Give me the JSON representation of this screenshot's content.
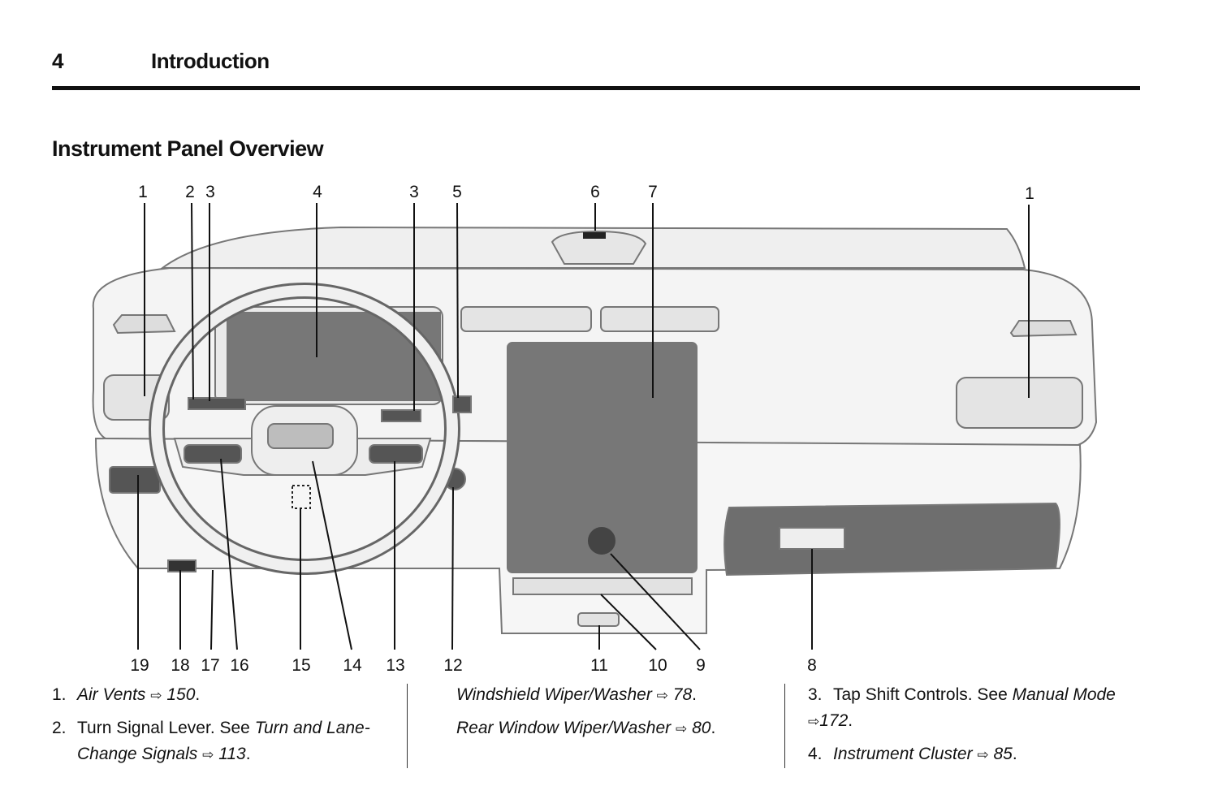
{
  "header": {
    "page_number": "4",
    "chapter": "Introduction"
  },
  "section": {
    "title": "Instrument Panel Overview"
  },
  "figure": {
    "callouts_top": [
      "1",
      "2",
      "3",
      "4",
      "3",
      "5",
      "6",
      "7",
      "1"
    ],
    "callouts_bottom": [
      "19",
      "18",
      "17",
      "16",
      "15",
      "14",
      "13",
      "12",
      "11",
      "10",
      "9",
      "8"
    ]
  },
  "legend": {
    "col1": [
      {
        "num": "1.",
        "link": "Air Vents",
        "page": "150",
        "end": "."
      },
      {
        "num": "2.",
        "text": "Turn Signal Lever. See ",
        "link_a": "Turn and Lane-",
        "link_b": "Change Signals",
        "page": "113",
        "end": "."
      }
    ],
    "col2": [
      {
        "link": "Windshield Wiper/Washer",
        "page": "78",
        "end": "."
      },
      {
        "link": "Rear Window Wiper/Washer",
        "page": "80",
        "end": "."
      }
    ],
    "col3": [
      {
        "num": "3.",
        "text": "Tap Shift Controls. See ",
        "link": "Manual Mode",
        "page": "172",
        "end": "."
      },
      {
        "num": "4.",
        "link": "Instrument Cluster",
        "page": "85",
        "end": "."
      }
    ],
    "ref_arrow": "⇨"
  }
}
